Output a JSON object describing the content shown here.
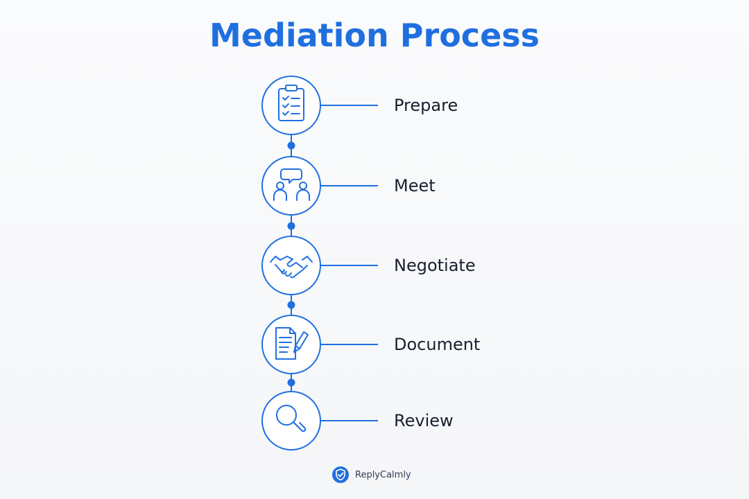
{
  "title": "Mediation Process",
  "colors": {
    "accent": "#1f6fe0",
    "text": "#1a1f2e",
    "background": "#f7f8fa"
  },
  "steps": [
    {
      "label": "Prepare",
      "icon": "clipboard-checklist-icon"
    },
    {
      "label": "Meet",
      "icon": "people-chat-icon"
    },
    {
      "label": "Negotiate",
      "icon": "handshake-icon"
    },
    {
      "label": "Document",
      "icon": "document-pen-icon"
    },
    {
      "label": "Review",
      "icon": "magnifier-icon"
    }
  ],
  "brand": {
    "name": "ReplyCalmly",
    "icon": "shield-check-icon"
  }
}
